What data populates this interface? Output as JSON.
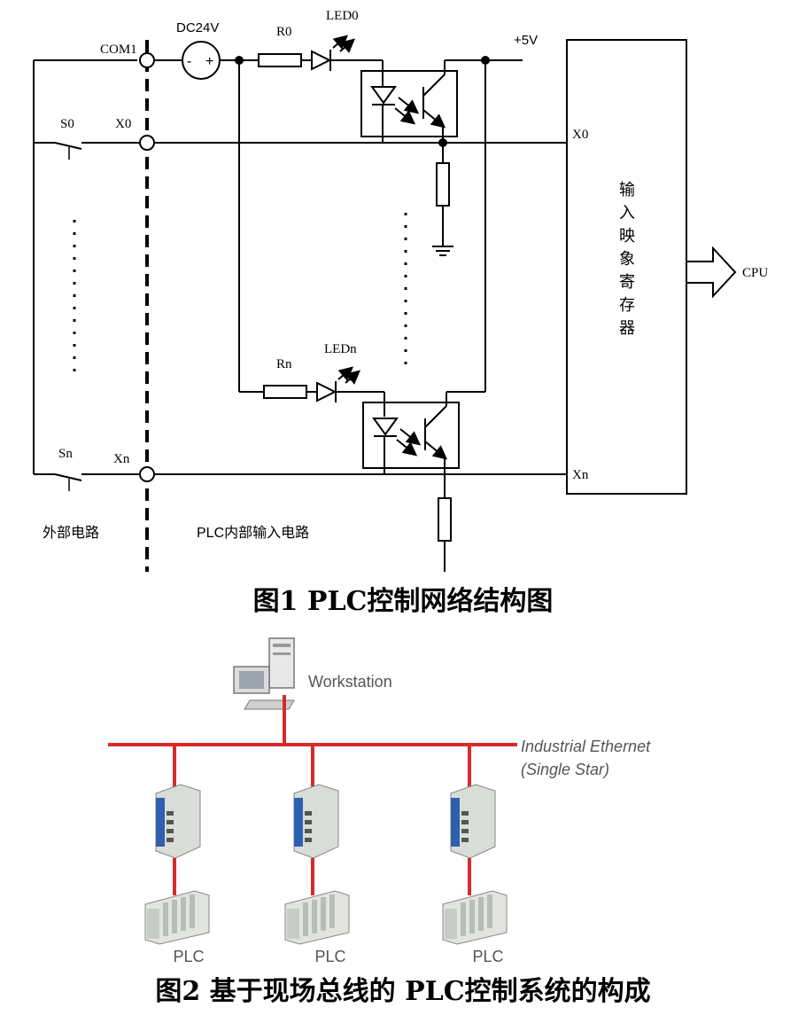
{
  "figure1": {
    "caption": "图1   PLC控制网络结构图",
    "labels": {
      "com": "COM1",
      "dc": "DC24V",
      "r0": "R0",
      "led0": "LED0",
      "plus5v": "+5V",
      "s0": "S0",
      "x0_left": "X0",
      "x0_right": "X0",
      "rn": "Rn",
      "ledn": "LEDn",
      "sn": "Sn",
      "xn_left": "Xn",
      "xn_right": "Xn",
      "register_chars": [
        "输",
        "入",
        "映",
        "象",
        "寄",
        "存",
        "器"
      ],
      "cpu": "CPU",
      "external": "外部电路",
      "internal": "PLC内部输入电路",
      "dc_minus": "-",
      "dc_plus": "+"
    }
  },
  "figure2": {
    "caption": "图2    基于现场总线的 PLC控制系统的构成",
    "workstation_label": "Workstation",
    "network_label_1": "Industrial Ethernet",
    "network_label_2": "(Single Star)",
    "plc_labels": [
      "PLC",
      "PLC",
      "PLC"
    ],
    "colors": {
      "bus": "#d62b2b",
      "switch_blue": "#2f5fb0",
      "device_gray": "#d8dcd6"
    }
  }
}
